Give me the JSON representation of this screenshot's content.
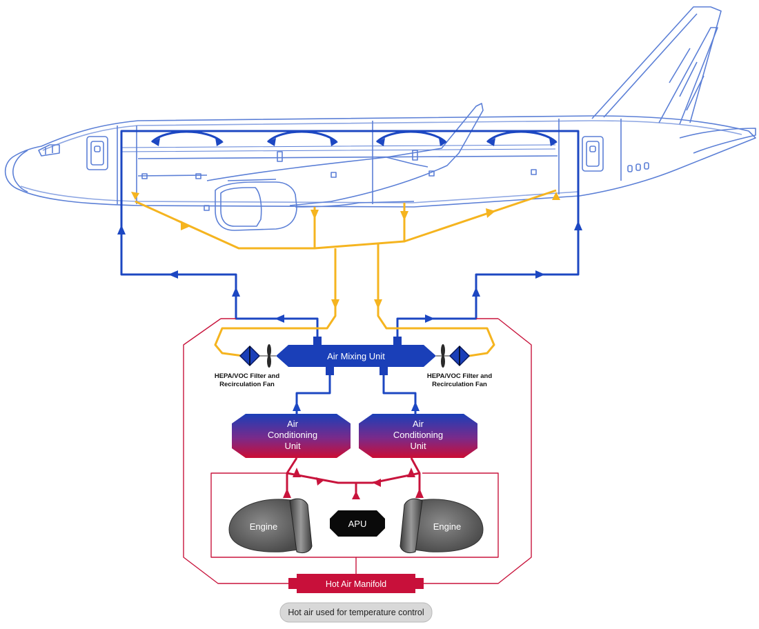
{
  "labels": {
    "mixing_unit": "Air Mixing Unit",
    "filter_fan_line1": "HEPA/VOC Filter and",
    "filter_fan_line2": "Recirculation Fan",
    "ac_line1": "Air",
    "ac_line2": "Conditioning",
    "ac_line3": "Unit",
    "engine": "Engine",
    "apu": "APU",
    "hot_air_manifold": "Hot Air Manifold",
    "hot_air_note": "Hot air used for temperature control"
  },
  "colors": {
    "airframe": "#5b7fd6",
    "conditioned_air": "#1c47c2",
    "recirculated_air": "#f5b41f",
    "bleed_air": "#c8143c",
    "unit_blue": "#1a3fb8",
    "unit_red": "#c8103a",
    "engine_gray": "#6e6e6e",
    "apu_black": "#0a0a0a",
    "note_bg": "#d8d8d8"
  },
  "icons": [
    "fan-icon",
    "filter-icon",
    "arrow-icon"
  ]
}
